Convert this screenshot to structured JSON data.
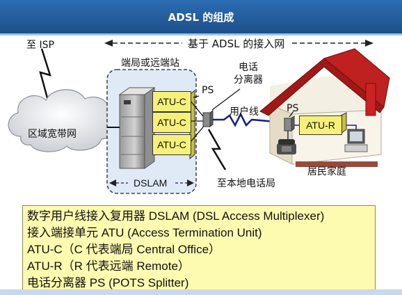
{
  "title": "ADSL 的组成",
  "labels": {
    "isp": "至 ISP",
    "scope": "基于 ADSL 的接入网",
    "station": "端局或远端站",
    "ps_left": "PS",
    "splitter": [
      "电话",
      "分离器"
    ],
    "user_line": "用户线",
    "ps_right": "PS",
    "atu_c": [
      "ATU-C",
      "ATU-C",
      "ATU-C"
    ],
    "atu_r": "ATU-R",
    "regional_net": "区域宽带网",
    "dslam": "DSLAM",
    "local_phone": "至本地电话局",
    "home": "居民家庭"
  },
  "notes": [
    "数字用户线接入复用器 DSLAM (DSL Access Multiplexer)",
    "接入端接单元 ATU (Access Termination Unit)",
    "ATU-C（C 代表端局 Central Office）",
    "ATU-R（R 代表远端 Remote）",
    "电话分离器 PS (POTS Splitter)"
  ],
  "colors": {
    "title_bar": "#2c6db2",
    "atu_fill": "#f6f07a",
    "notes_fill": "#fdfbb0",
    "dslam_box": "#dfeaf6",
    "roof": "#a01818",
    "line": "#1a237e"
  }
}
